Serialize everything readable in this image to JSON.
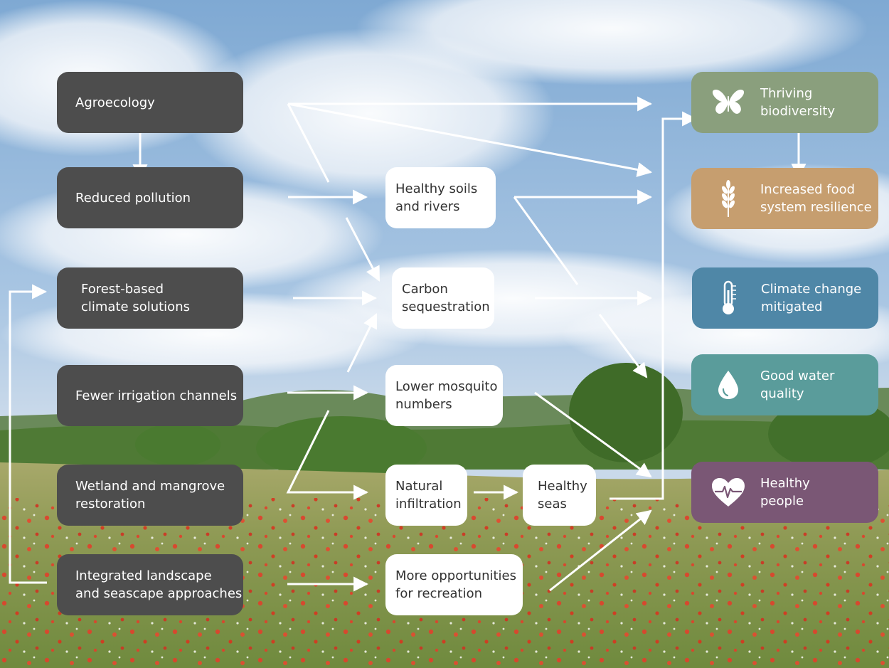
{
  "colors": {
    "dark_box": "#4d4d4d",
    "sky": "#8fb4d8",
    "biodiversity": "#8a9f7d",
    "food": "#c69e6f",
    "climate": "#4f87a7",
    "water": "#5a9c9b",
    "people": "#7a5775"
  },
  "inputs": {
    "agroecology": "Agroecology",
    "reduced_pollution": "Reduced pollution",
    "forest": "Forest-based\nclimate solutions",
    "irrigation": "Fewer irrigation channels",
    "wetland": "Wetland and mangrove\nrestoration",
    "integrated": "Integrated landscape\nand seascape approaches"
  },
  "intermediates": {
    "soils": "Healthy soils\nand rivers",
    "carbon": "Carbon\nsequestration",
    "mosquito": "Lower mosquito\nnumbers",
    "infiltration": "Natural\ninfiltration",
    "seas": "Healthy\nseas",
    "recreation": "More opportunities\nfor recreation"
  },
  "outcomes": {
    "biodiversity": {
      "label": "Thriving\nbiodiversity",
      "icon": "butterfly-icon"
    },
    "food": {
      "label": "Increased food\nsystem resilience",
      "icon": "wheat-icon"
    },
    "climate": {
      "label": "Climate change\nmitigated",
      "icon": "thermometer-icon"
    },
    "water": {
      "label": "Good water\nquality",
      "icon": "water-drop-icon"
    },
    "people": {
      "label": "Healthy\npeople",
      "icon": "heart-pulse-icon"
    }
  }
}
